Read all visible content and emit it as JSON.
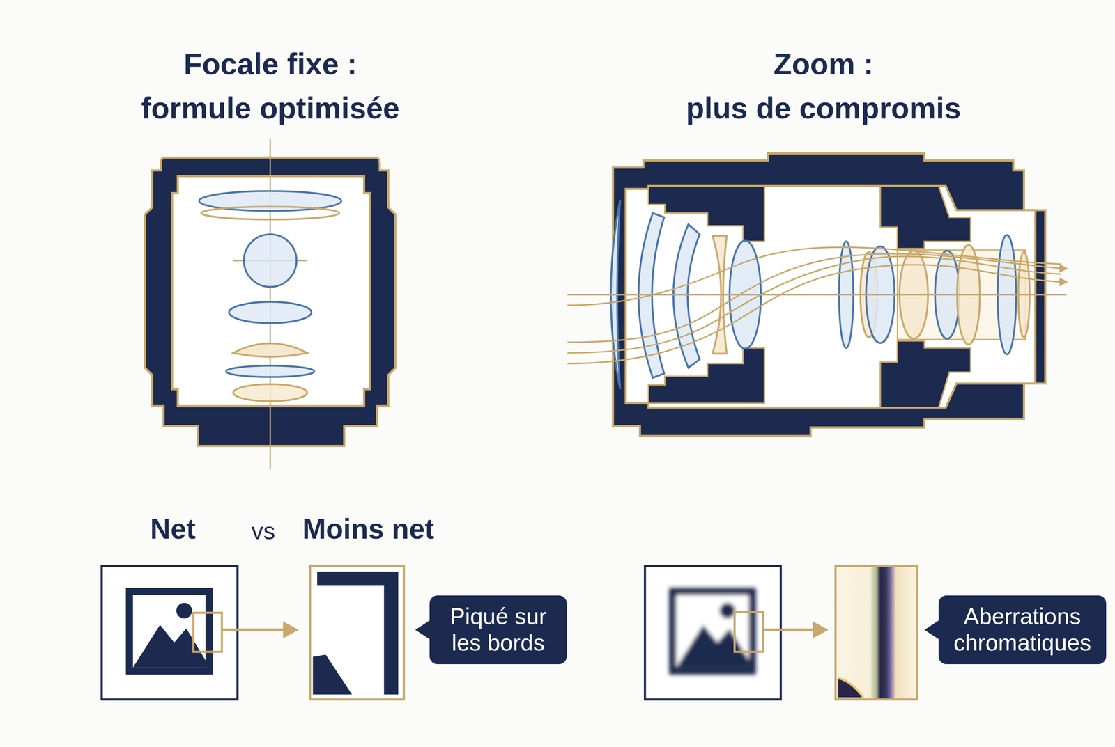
{
  "diagram": {
    "nodes": [
      {
        "text": [
          "Piqué sur les bords"
        ]
      },
      {
        "text": [
          "Aberrations chromatiques"
        ]
      }
    ],
    "labels": [
      "Focale fixe :",
      "formule optimisée",
      "Zoom :",
      "plus de compromis",
      "Net",
      "vs",
      "Moins net"
    ]
  }
}
